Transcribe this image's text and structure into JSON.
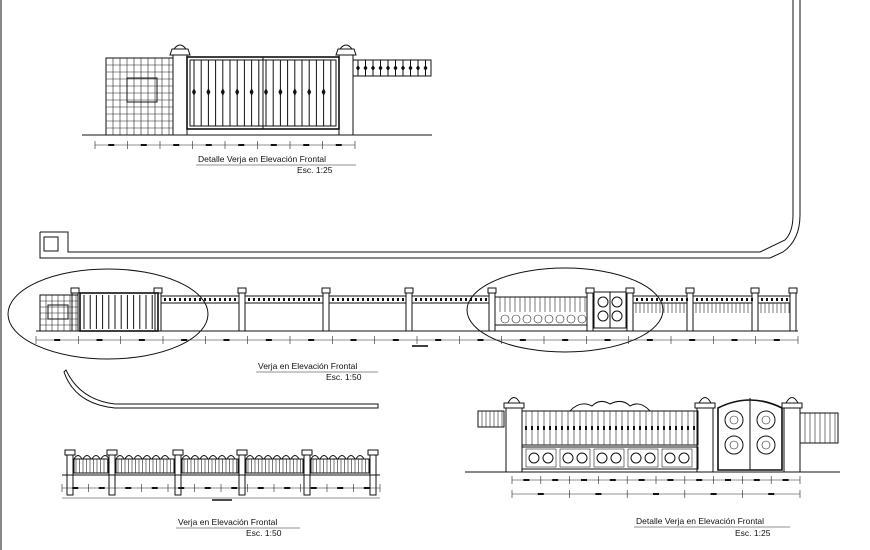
{
  "captions": {
    "top": {
      "title": "Detalle Verja en Elevación Frontal",
      "scale": "Esc. 1:25"
    },
    "middle": {
      "title": "Verja en Elevación Frontal",
      "scale": "Esc. 1:50"
    },
    "bottom_left": {
      "title": "Verja en Elevación Frontal",
      "scale": "Esc. 1:50"
    },
    "bottom_right": {
      "title": "Detalle Verja en Elevación Frontal",
      "scale": "Esc. 1:25"
    }
  },
  "colors": {
    "ink": "#111111",
    "paper": "#ffffff"
  }
}
